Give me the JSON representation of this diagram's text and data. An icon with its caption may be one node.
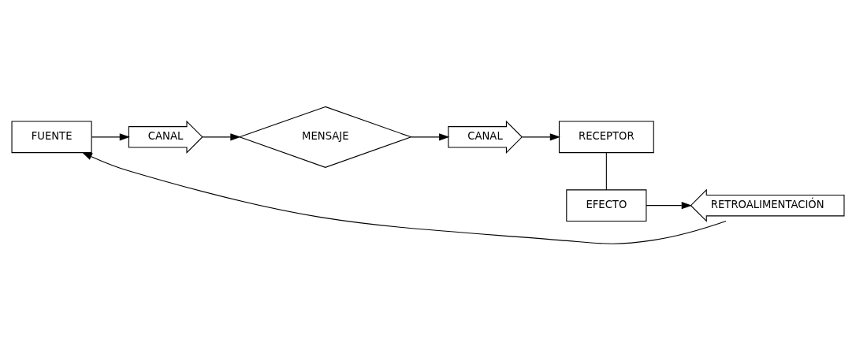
{
  "diagram": {
    "nodes": [
      {
        "text": [
          "FUENTE"
        ]
      },
      {
        "text": [
          "CANAL"
        ]
      },
      {
        "text": [
          "MENSAJE"
        ]
      },
      {
        "text": [
          "CANAL"
        ]
      },
      {
        "text": [
          "RECEPTOR"
        ]
      },
      {
        "text": [
          "EFECTO"
        ]
      },
      {
        "text": [
          "RETROALIMENTACIÓN"
        ]
      }
    ],
    "edges": [
      {
        "from": 0,
        "to": 1,
        "arrow": "to"
      },
      {
        "from": 1,
        "to": 2,
        "arrow": "to"
      },
      {
        "from": 2,
        "to": 3,
        "arrow": "to"
      },
      {
        "from": 3,
        "to": 4,
        "arrow": "to"
      },
      {
        "from": 4,
        "to": 5,
        "arrow": "none"
      },
      {
        "from": 5,
        "to": 6,
        "arrow": "to"
      },
      {
        "from": 6,
        "to": 0,
        "arrow": "to"
      }
    ]
  }
}
